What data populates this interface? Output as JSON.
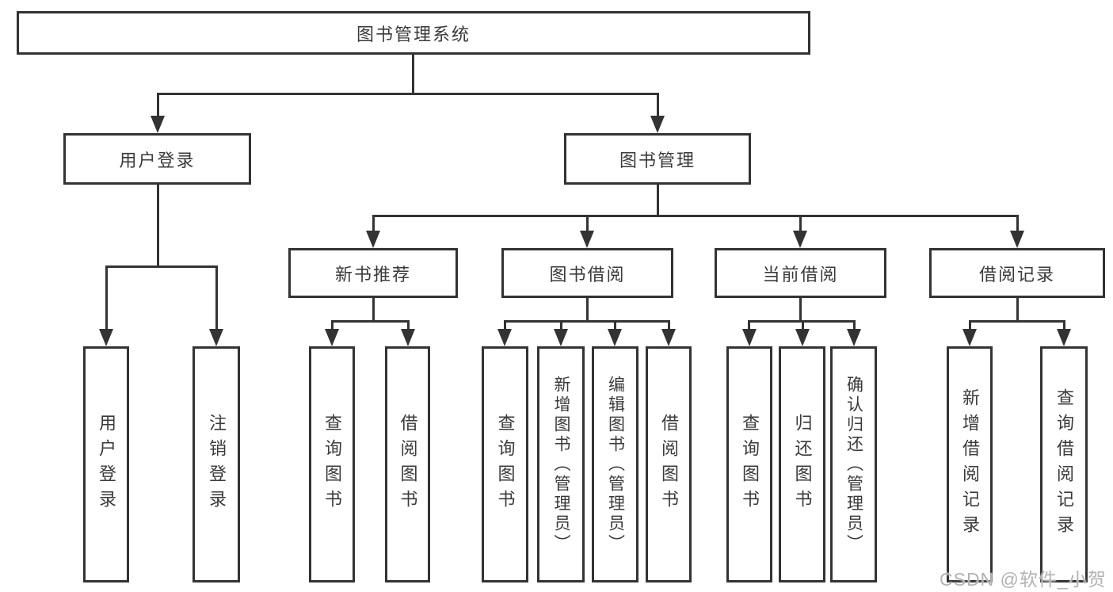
{
  "colors": {
    "background": "#ffffff",
    "line": "#333333",
    "text": "#3a3a3a",
    "watermark": "#b2b2b6"
  },
  "nodes": {
    "root": "图书管理系统",
    "level2": [
      "用户登录",
      "图书管理"
    ],
    "level3": [
      "新书推荐",
      "图书借阅",
      "当前借阅",
      "借阅记录"
    ],
    "leaves": [
      "用户登录",
      "注销登录",
      "查询图书",
      "借阅图书",
      "查询图书",
      "新增图书（管理员）",
      "编辑图书（管理员）",
      "借阅图书",
      "查询图书",
      "归还图书",
      "确认归还（管理员）",
      "新增借阅记录",
      "查询借阅记录"
    ]
  },
  "watermark": {
    "text": "CSDN @软件_小贺同学"
  }
}
